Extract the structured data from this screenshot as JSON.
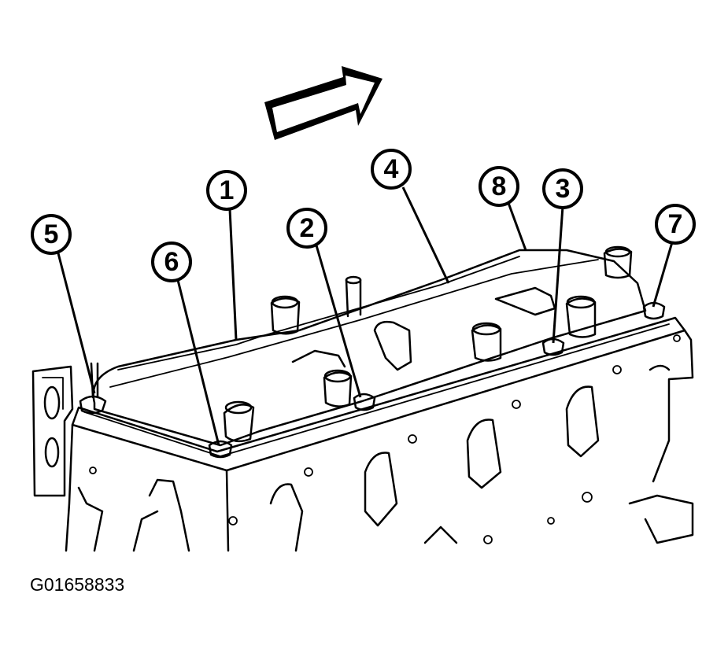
{
  "figure_id": "G01658833",
  "callouts": [
    {
      "id": "1",
      "label": "1"
    },
    {
      "id": "2",
      "label": "2"
    },
    {
      "id": "3",
      "label": "3"
    },
    {
      "id": "4",
      "label": "4"
    },
    {
      "id": "5",
      "label": "5"
    },
    {
      "id": "6",
      "label": "6"
    },
    {
      "id": "7",
      "label": "7"
    },
    {
      "id": "8",
      "label": "8"
    }
  ],
  "direction_arrow": {
    "icon": "arrow-right-icon"
  },
  "colors": {
    "ink": "#000000",
    "background": "#ffffff"
  }
}
